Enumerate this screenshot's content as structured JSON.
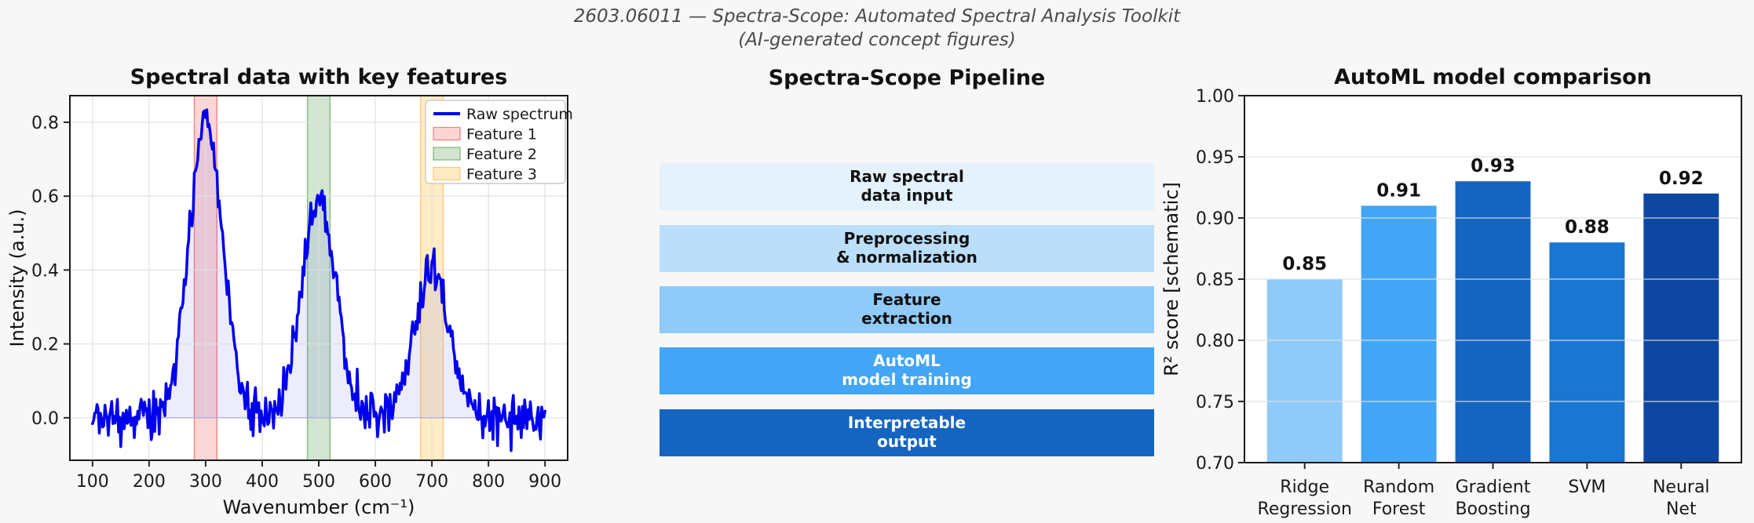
{
  "figure": {
    "suptitle": "2603.06011 — Spectra-Scope: Automated Spectral Analysis Toolkit\n(AI-generated concept figures)",
    "background": "#f7f7f8"
  },
  "chart_data": [
    {
      "id": "spectrum",
      "type": "line",
      "title": "Spectral data with key features",
      "xlabel": "Wavenumber (cm⁻¹)",
      "ylabel": "Intensity (a.u.)",
      "xlim": [
        60,
        940
      ],
      "ylim": [
        -0.115,
        0.872
      ],
      "xticks": [
        100,
        200,
        300,
        400,
        500,
        600,
        700,
        800,
        900
      ],
      "xticklabels": [
        "100",
        "200",
        "300",
        "400",
        "500",
        "600",
        "700",
        "800",
        "900"
      ],
      "yticks": [
        0.0,
        0.2,
        0.4,
        0.6,
        0.8
      ],
      "yticklabels": [
        "0.0",
        "0.2",
        "0.4",
        "0.6",
        "0.8"
      ],
      "grid": true,
      "line_color": "#0000ee",
      "fill_color": "rgba(105,105,235,0.13)",
      "zero_line_color": "rgba(120,120,220,0.45)",
      "series": [
        {
          "name": "Raw spectrum",
          "model": "sum of gaussian peaks plus noise",
          "peaks": [
            {
              "center": 300,
              "height": 0.8,
              "sigma": 30
            },
            {
              "center": 500,
              "height": 0.6,
              "sigma": 30
            },
            {
              "center": 700,
              "height": 0.4,
              "sigma": 30
            }
          ],
          "noise_sigma": 0.028,
          "x_range": [
            100,
            900
          ],
          "n_points": 401
        }
      ],
      "bands": [
        {
          "name": "Feature 1",
          "range": [
            280,
            320
          ],
          "fill": "rgba(239,83,80,0.24)",
          "edge": "rgba(229,57,53,0.55)"
        },
        {
          "name": "Feature 2",
          "range": [
            480,
            520
          ],
          "fill": "rgba(102,170,102,0.30)",
          "edge": "rgba(56,142,60,0.55)"
        },
        {
          "name": "Feature 3",
          "range": [
            680,
            720
          ],
          "fill": "rgba(255,200,90,0.35)",
          "edge": "rgba(250,175,60,0.60)"
        },
        {
          "name": "Raw spectrum fill",
          "range": null,
          "fill": "rgba(105,105,235,0.13)",
          "edge": "none"
        }
      ],
      "legend": {
        "position": "upper right",
        "entries": [
          "Raw spectrum",
          "Feature 1",
          "Feature 2",
          "Feature 3"
        ]
      }
    },
    {
      "id": "automl",
      "type": "bar",
      "title": "AutoML model comparison",
      "xlabel": "",
      "ylabel": "R² score [schematic]",
      "categories": [
        "Ridge\nRegression",
        "Random\nForest",
        "Gradient\nBoosting",
        "SVM",
        "Neural\nNet"
      ],
      "values": [
        0.85,
        0.91,
        0.93,
        0.88,
        0.92
      ],
      "value_labels": [
        "0.85",
        "0.91",
        "0.93",
        "0.88",
        "0.92"
      ],
      "bar_colors": [
        "#90caf9",
        "#42a5f5",
        "#1565c0",
        "#1976d2",
        "#0d47a1"
      ],
      "ylim": [
        0.7,
        1.0
      ],
      "yticks": [
        0.7,
        0.75,
        0.8,
        0.85,
        0.9,
        0.95,
        1.0
      ],
      "yticklabels": [
        "0.70",
        "0.75",
        "0.80",
        "0.85",
        "0.90",
        "0.95",
        "1.00"
      ],
      "grid": true,
      "legend_position": "none"
    }
  ],
  "pipeline": {
    "title": "Spectra-Scope Pipeline",
    "steps": [
      {
        "label": "Raw spectral\ndata input",
        "color": "#e3f2fd",
        "text_color": "#111111"
      },
      {
        "label": "Preprocessing\n& normalization",
        "color": "#bbdefb",
        "text_color": "#111111"
      },
      {
        "label": "Feature\nextraction",
        "color": "#90caf9",
        "text_color": "#111111"
      },
      {
        "label": "AutoML\nmodel training",
        "color": "#42a5f5",
        "text_color": "#ffffff"
      },
      {
        "label": "Interpretable\noutput",
        "color": "#1565c0",
        "text_color": "#ffffff"
      }
    ]
  }
}
